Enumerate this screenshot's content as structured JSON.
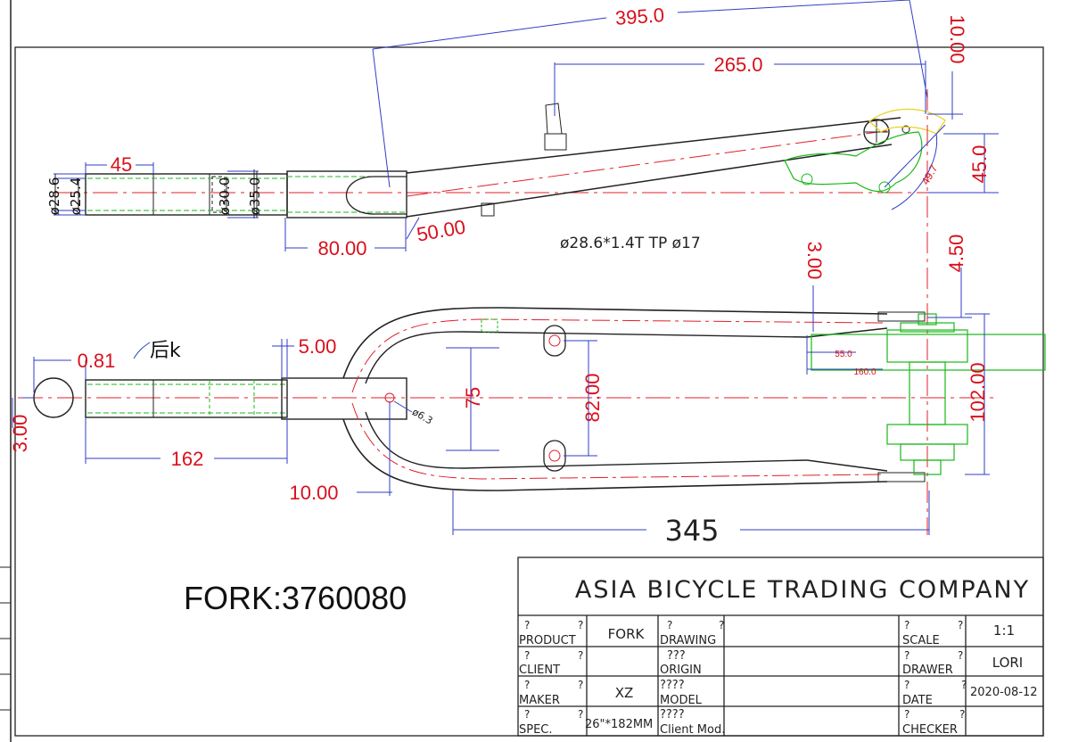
{
  "dimensions": {
    "d395": "395.0",
    "d265": "265.0",
    "d10_00_top": "10.00",
    "d45_0": "45.0",
    "d45": "45",
    "d28_6": "ø28.6",
    "d25_4": "ø25.4",
    "d30_0": "ø30.0",
    "d35_0": "ø35.0",
    "d80_00": "80.00",
    "d50_00": "50.00",
    "angle_label": "49.7",
    "d3_00_mid": "3.00",
    "d4_50": "4.50",
    "d0_81": "0.81",
    "hou_k": "后k",
    "d5_00": "5.00",
    "d3_00_left": "3.00",
    "d162": "162",
    "d10_00_bottom": "10.00",
    "d75": "75",
    "d82_00": "82.00",
    "d6_3": "ø6.3",
    "d55_0": "55.0",
    "d160_0": "160.0",
    "d102_00": "102.00",
    "d345": "345"
  },
  "note_tube": "ø28.6*1.4T TP ø17",
  "part_label": "FORK:3760080",
  "title_block": {
    "company": "ASIA BICYCLE TRADING COMPANY",
    "q": "?",
    "product_label": "PRODUCT",
    "product_value": "FORK",
    "drawing_label": "DRAWING",
    "scale_label": "SCALE",
    "scale_value": "1:1",
    "client_label": "CLIENT",
    "origin_q": "???",
    "origin_label": "ORIGIN",
    "drawer_label": "DRAWER",
    "drawer_value": "LORI",
    "maker_label": "MAKER",
    "maker_value": "XZ",
    "model_q": "????",
    "model_label": "MODEL",
    "date_label": "DATE",
    "date_value": "2020-08-12",
    "spec_label": "SPEC.",
    "spec_value": "26\"*182MM",
    "client_mod_q": "????",
    "client_mod_label": "Client Mod.",
    "checker_label": "CHECKER"
  }
}
